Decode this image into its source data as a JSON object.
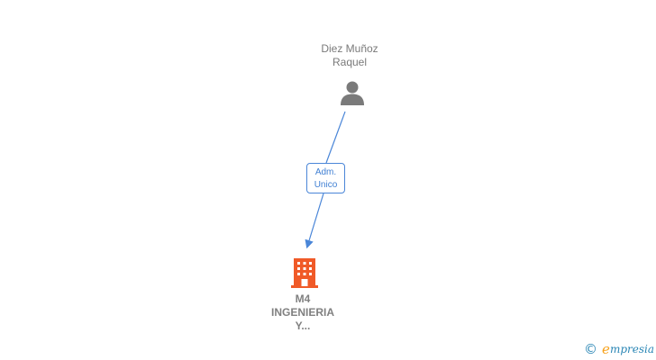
{
  "nodes": {
    "person": {
      "line1": "Diez Muñoz",
      "line2": "Raquel",
      "icon": "person-icon",
      "color": "#7a7a7a"
    },
    "company": {
      "line1": "M4",
      "line2": "INGENIERIA",
      "line3": "Y...",
      "icon": "building-icon",
      "color": "#f05a28"
    }
  },
  "edge": {
    "line1": "Adm.",
    "line2": "Unico",
    "color": "#4a86d8"
  },
  "brand": {
    "copyright": "©",
    "initial": "e",
    "name": "mpresia"
  }
}
